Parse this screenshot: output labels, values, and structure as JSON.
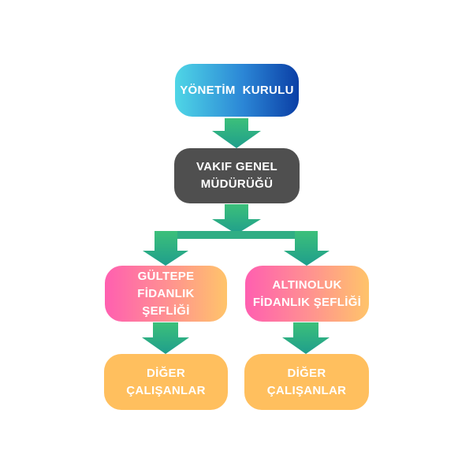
{
  "diagram": {
    "nodes": {
      "board": {
        "lines": [
          "YÖNETİM  KURULU"
        ]
      },
      "general_manager": {
        "lines": [
          "VAKIF GENEL",
          "MÜDÜRÜĞÜ"
        ]
      },
      "gultepe": {
        "lines": [
          "GÜLTEPE FİDANLIK",
          "ŞEFLİĞİ"
        ]
      },
      "altinoluk": {
        "lines": [
          "ALTINOLUK",
          "FİDANLIK ŞEFLİĞİ"
        ]
      },
      "staff_left": {
        "lines": [
          "DİĞER ÇALIŞANLAR"
        ]
      },
      "staff_right": {
        "lines": [
          "DİĞER ÇALIŞANLAR"
        ]
      }
    },
    "colors": {
      "arrow_top": "#3cc07a",
      "arrow_bottom": "#1f9e8c",
      "connector": "#2fae84",
      "board_gradient": [
        "#4fd6e6",
        "#2b86d6",
        "#0b3fa6"
      ],
      "manager": "#4f4f4f",
      "branch_gradient": [
        "#ff5fb0",
        "#ff8f92",
        "#ffc46a"
      ],
      "staff": "#ffbf5e",
      "text": "#ffffff"
    }
  }
}
